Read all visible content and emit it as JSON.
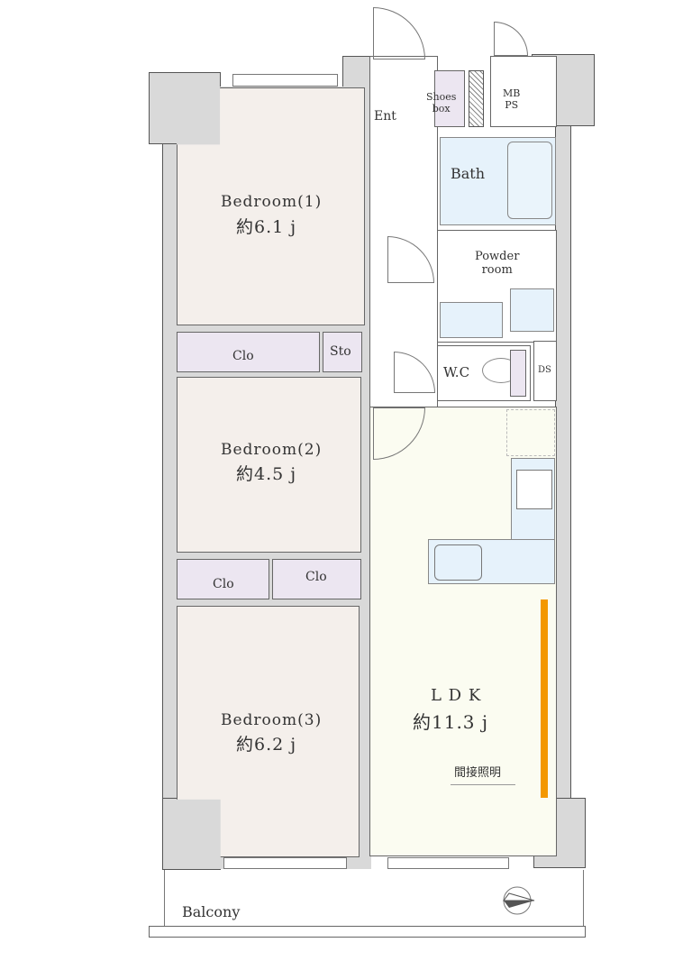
{
  "title": "Floor plan",
  "rooms": {
    "bedroom1": {
      "name": "Bedroom(1)",
      "size": "約6.1 j"
    },
    "bedroom2": {
      "name": "Bedroom(2)",
      "size": "約4.5 j"
    },
    "bedroom3": {
      "name": "Bedroom(3)",
      "size": "約6.2 j"
    },
    "ldk": {
      "name": "L D K",
      "size": "約11.3 j"
    },
    "clo1": "Clo",
    "clo2": "Clo",
    "clo3": "Clo",
    "sto": "Sto",
    "ent": "Ent",
    "shoes": "Shoes\nbox",
    "mbps": "MB\nPS",
    "bath": "Bath",
    "powder": "Powder\nroom",
    "wc": "W.C",
    "ds": "DS",
    "balcony": "Balcony"
  },
  "annotations": {
    "indirect_light": "間接照明"
  },
  "colors": {
    "bedroom": "#f4efeb",
    "closet": "#ece6f1",
    "wet": "#e6f2fb",
    "ldk": "#fbfcf1",
    "wall": "#d9d9d9",
    "light": "#f39800"
  },
  "icons": {
    "compass": "north-arrow-icon"
  }
}
